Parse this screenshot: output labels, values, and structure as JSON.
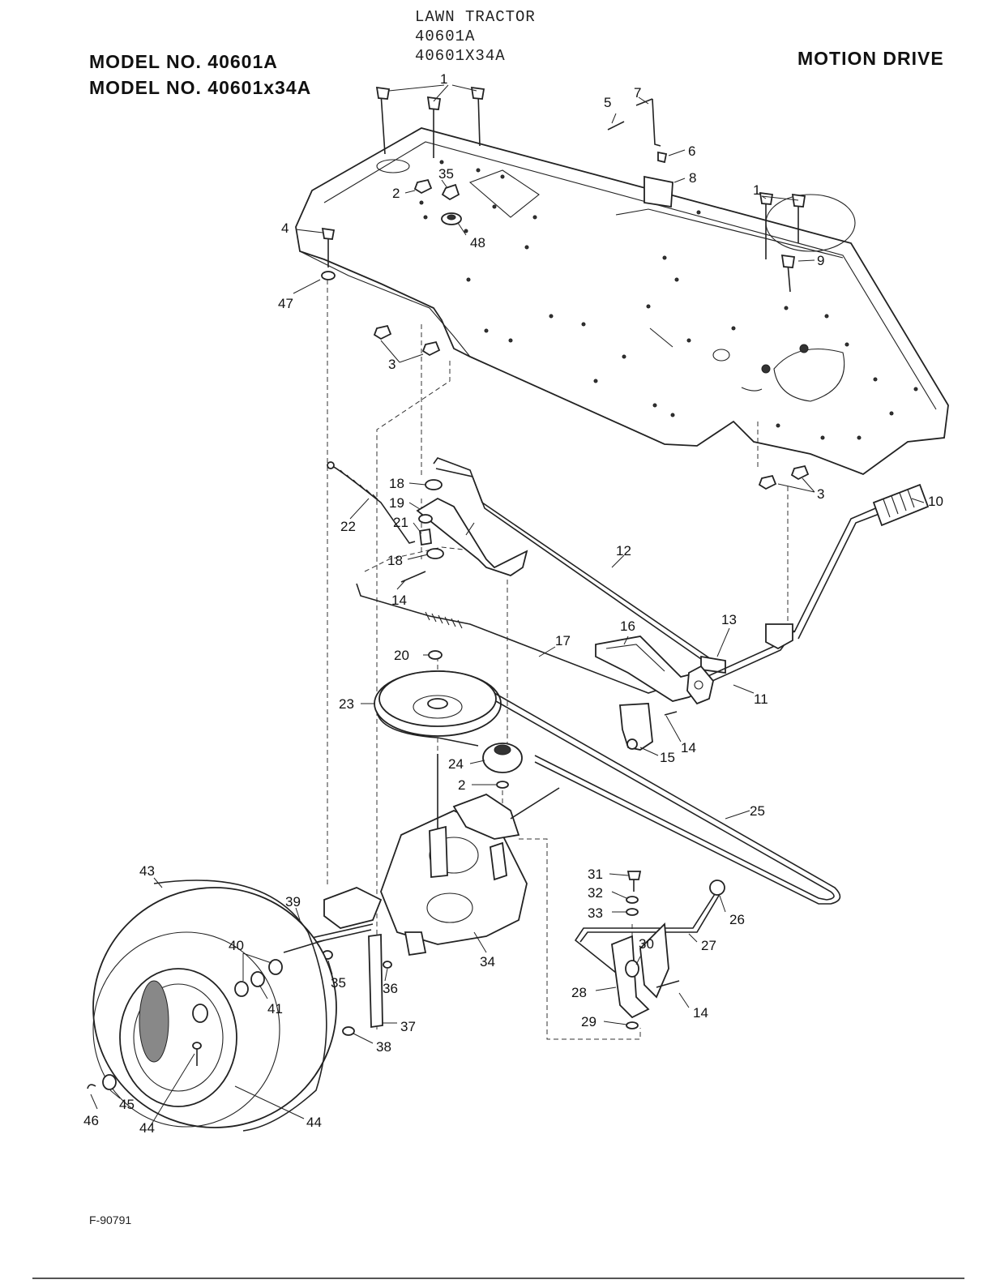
{
  "header": {
    "model_line_1": "MODEL NO. 40601A",
    "model_line_2": "MODEL NO. 40601x34A",
    "center_line_1": "LAWN TRACTOR",
    "center_line_2": "40601A",
    "center_line_3": "40601X34A",
    "section_title": "MOTION DRIVE"
  },
  "footer": {
    "drawing_code": "F-90791"
  },
  "callouts": [
    "1",
    "1",
    "2",
    "35",
    "48",
    "4",
    "47",
    "3",
    "5",
    "7",
    "6",
    "8",
    "1",
    "9",
    "3",
    "10",
    "18",
    "19",
    "21",
    "22",
    "18",
    "14",
    "12",
    "13",
    "16",
    "20",
    "17",
    "11",
    "23",
    "14",
    "15",
    "24",
    "2",
    "25",
    "43",
    "39",
    "40",
    "41",
    "35",
    "36",
    "34",
    "37",
    "38",
    "31",
    "32",
    "33",
    "26",
    "27",
    "30",
    "28",
    "14",
    "29",
    "45",
    "46",
    "44",
    "44"
  ]
}
